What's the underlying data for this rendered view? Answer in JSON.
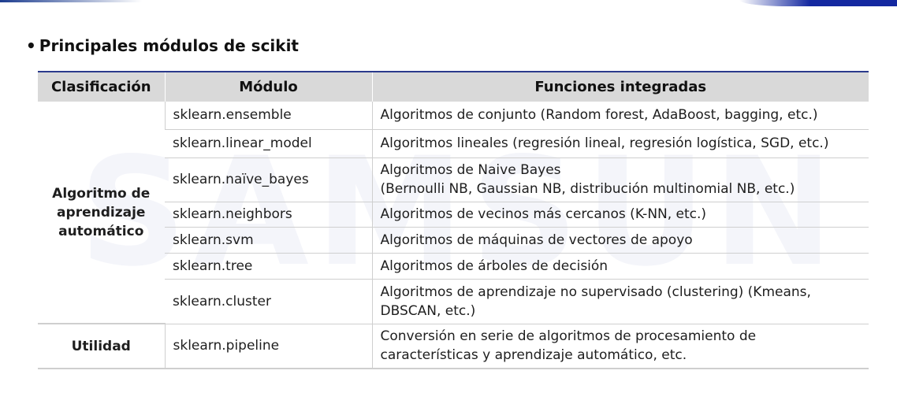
{
  "slide": {
    "bullet": "•",
    "title": "Principales módulos de scikit",
    "watermark": "SAMSUNG"
  },
  "table": {
    "headers": [
      "Clasificación",
      "Módulo",
      "Funciones integradas"
    ],
    "groups": [
      {
        "category": "Algoritmo de aprendizaje automático",
        "rows": [
          {
            "module": "sklearn.ensemble",
            "functions": "Algoritmos de conjunto (Random forest, AdaBoost, bagging, etc.)"
          },
          {
            "module": "sklearn.linear_model",
            "functions": "Algoritmos lineales (regresión lineal, regresión logística, SGD, etc.)"
          },
          {
            "module": "sklearn.naïve_bayes",
            "functions": "Algoritmos de Naive Bayes\n(Bernoulli NB, Gaussian NB, distribución multinomial NB, etc.)"
          },
          {
            "module": "sklearn.neighbors",
            "functions": "Algoritmos de vecinos más cercanos (K-NN, etc.)"
          },
          {
            "module": "sklearn.svm",
            "functions": "Algoritmos de máquinas de vectores de apoyo"
          },
          {
            "module": "sklearn.tree",
            "functions": "Algoritmos de árboles de decisión"
          },
          {
            "module": "sklearn.cluster",
            "functions": "Algoritmos de aprendizaje no supervisado (clustering) (Kmeans,\nDBSCAN, etc.)"
          }
        ]
      },
      {
        "category": "Utilidad",
        "rows": [
          {
            "module": "sklearn.pipeline",
            "functions": "Conversión en serie de algoritmos de procesamiento de\ncaracterísticas y aprendizaje automático, etc."
          }
        ]
      }
    ]
  }
}
